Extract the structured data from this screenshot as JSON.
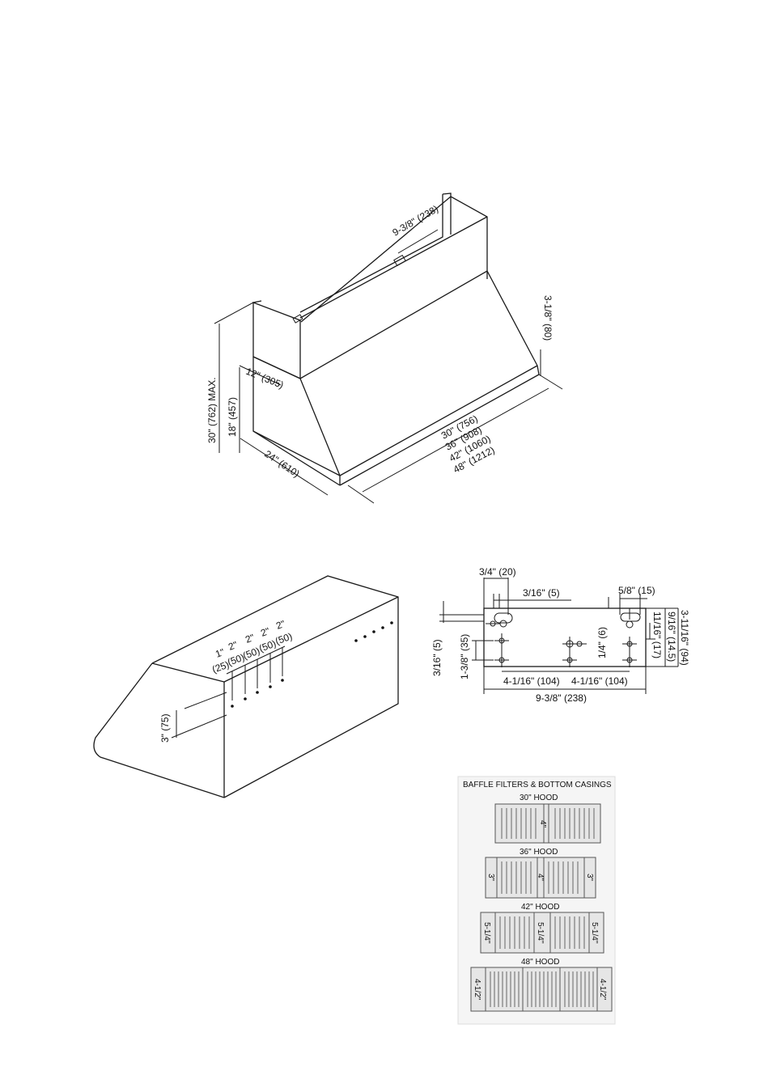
{
  "hood_iso": {
    "chimney_width": "9-3/8\" (238)",
    "top_lip": "3-1/8\" (80)",
    "depth_top": "12\" (305)",
    "total_height": "30\" (762) MAX.",
    "body_height": "18\" (457)",
    "depth": "24\" (610)",
    "widths": [
      "30\" (756)",
      "36\" (908)",
      "42\" (1060)",
      "48\" (1212)"
    ]
  },
  "hole_spacing": {
    "top_labels": [
      "1\"",
      "2\"",
      "2\"",
      "2\"",
      "2\""
    ],
    "bottom_labels": [
      "(25)",
      "(50)",
      "(50)",
      "(50)",
      "(50)"
    ],
    "vertical": "3\" (75)"
  },
  "bracket": {
    "slot_width": "3/4\" (20)",
    "offset_a": "3/16\" (5)",
    "slot_right": "5/8\" (15)",
    "left_small": "3/16\" (5)",
    "left_height": "1-3/8\" (35)",
    "mid_height": "1/4\" (6)",
    "r1": "9/16\" (14.5)",
    "r2": "11/16\" (17)",
    "r3": "3-11/16\" (94)",
    "span_left": "4-1/16\" (104)",
    "span_right": "4-1/16\" (104)",
    "total": "9-3/8\" (238)"
  },
  "baffles": {
    "title": "BAFFLE FILTERS & BOTTOM CASINGS",
    "hood30": {
      "label": "30\" HOOD",
      "center": "4\""
    },
    "hood36": {
      "label": "36\" HOOD",
      "side": "3\"",
      "center": "4\""
    },
    "hood42": {
      "label": "42\" HOOD",
      "side": "5-1/4\"",
      "center": "5-1/4\""
    },
    "hood48": {
      "label": "48\" HOOD",
      "side": "4-1/2\""
    }
  }
}
